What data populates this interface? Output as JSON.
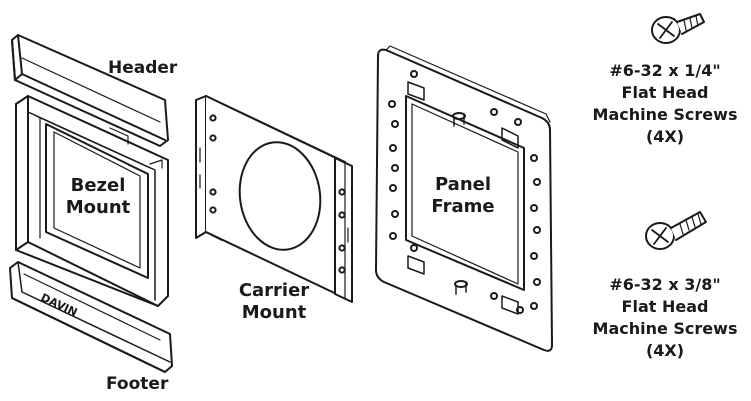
{
  "labels": {
    "header": "Header",
    "bezel_mount": [
      "Bezel",
      "Mount"
    ],
    "footer": "Footer",
    "carrier_mount": [
      "Carrier",
      "Mount"
    ],
    "panel_frame": [
      "Panel",
      "Frame"
    ],
    "brand": "DAVIN"
  },
  "screws": [
    {
      "size": "#6-32 x 1/4\"",
      "type_line1": "Flat Head",
      "type_line2": "Machine Screws",
      "qty": "(4X)"
    },
    {
      "size": "#6-32 x 3/8\"",
      "type_line1": "Flat Head",
      "type_line2": "Machine Screws",
      "qty": "(4X)"
    }
  ]
}
